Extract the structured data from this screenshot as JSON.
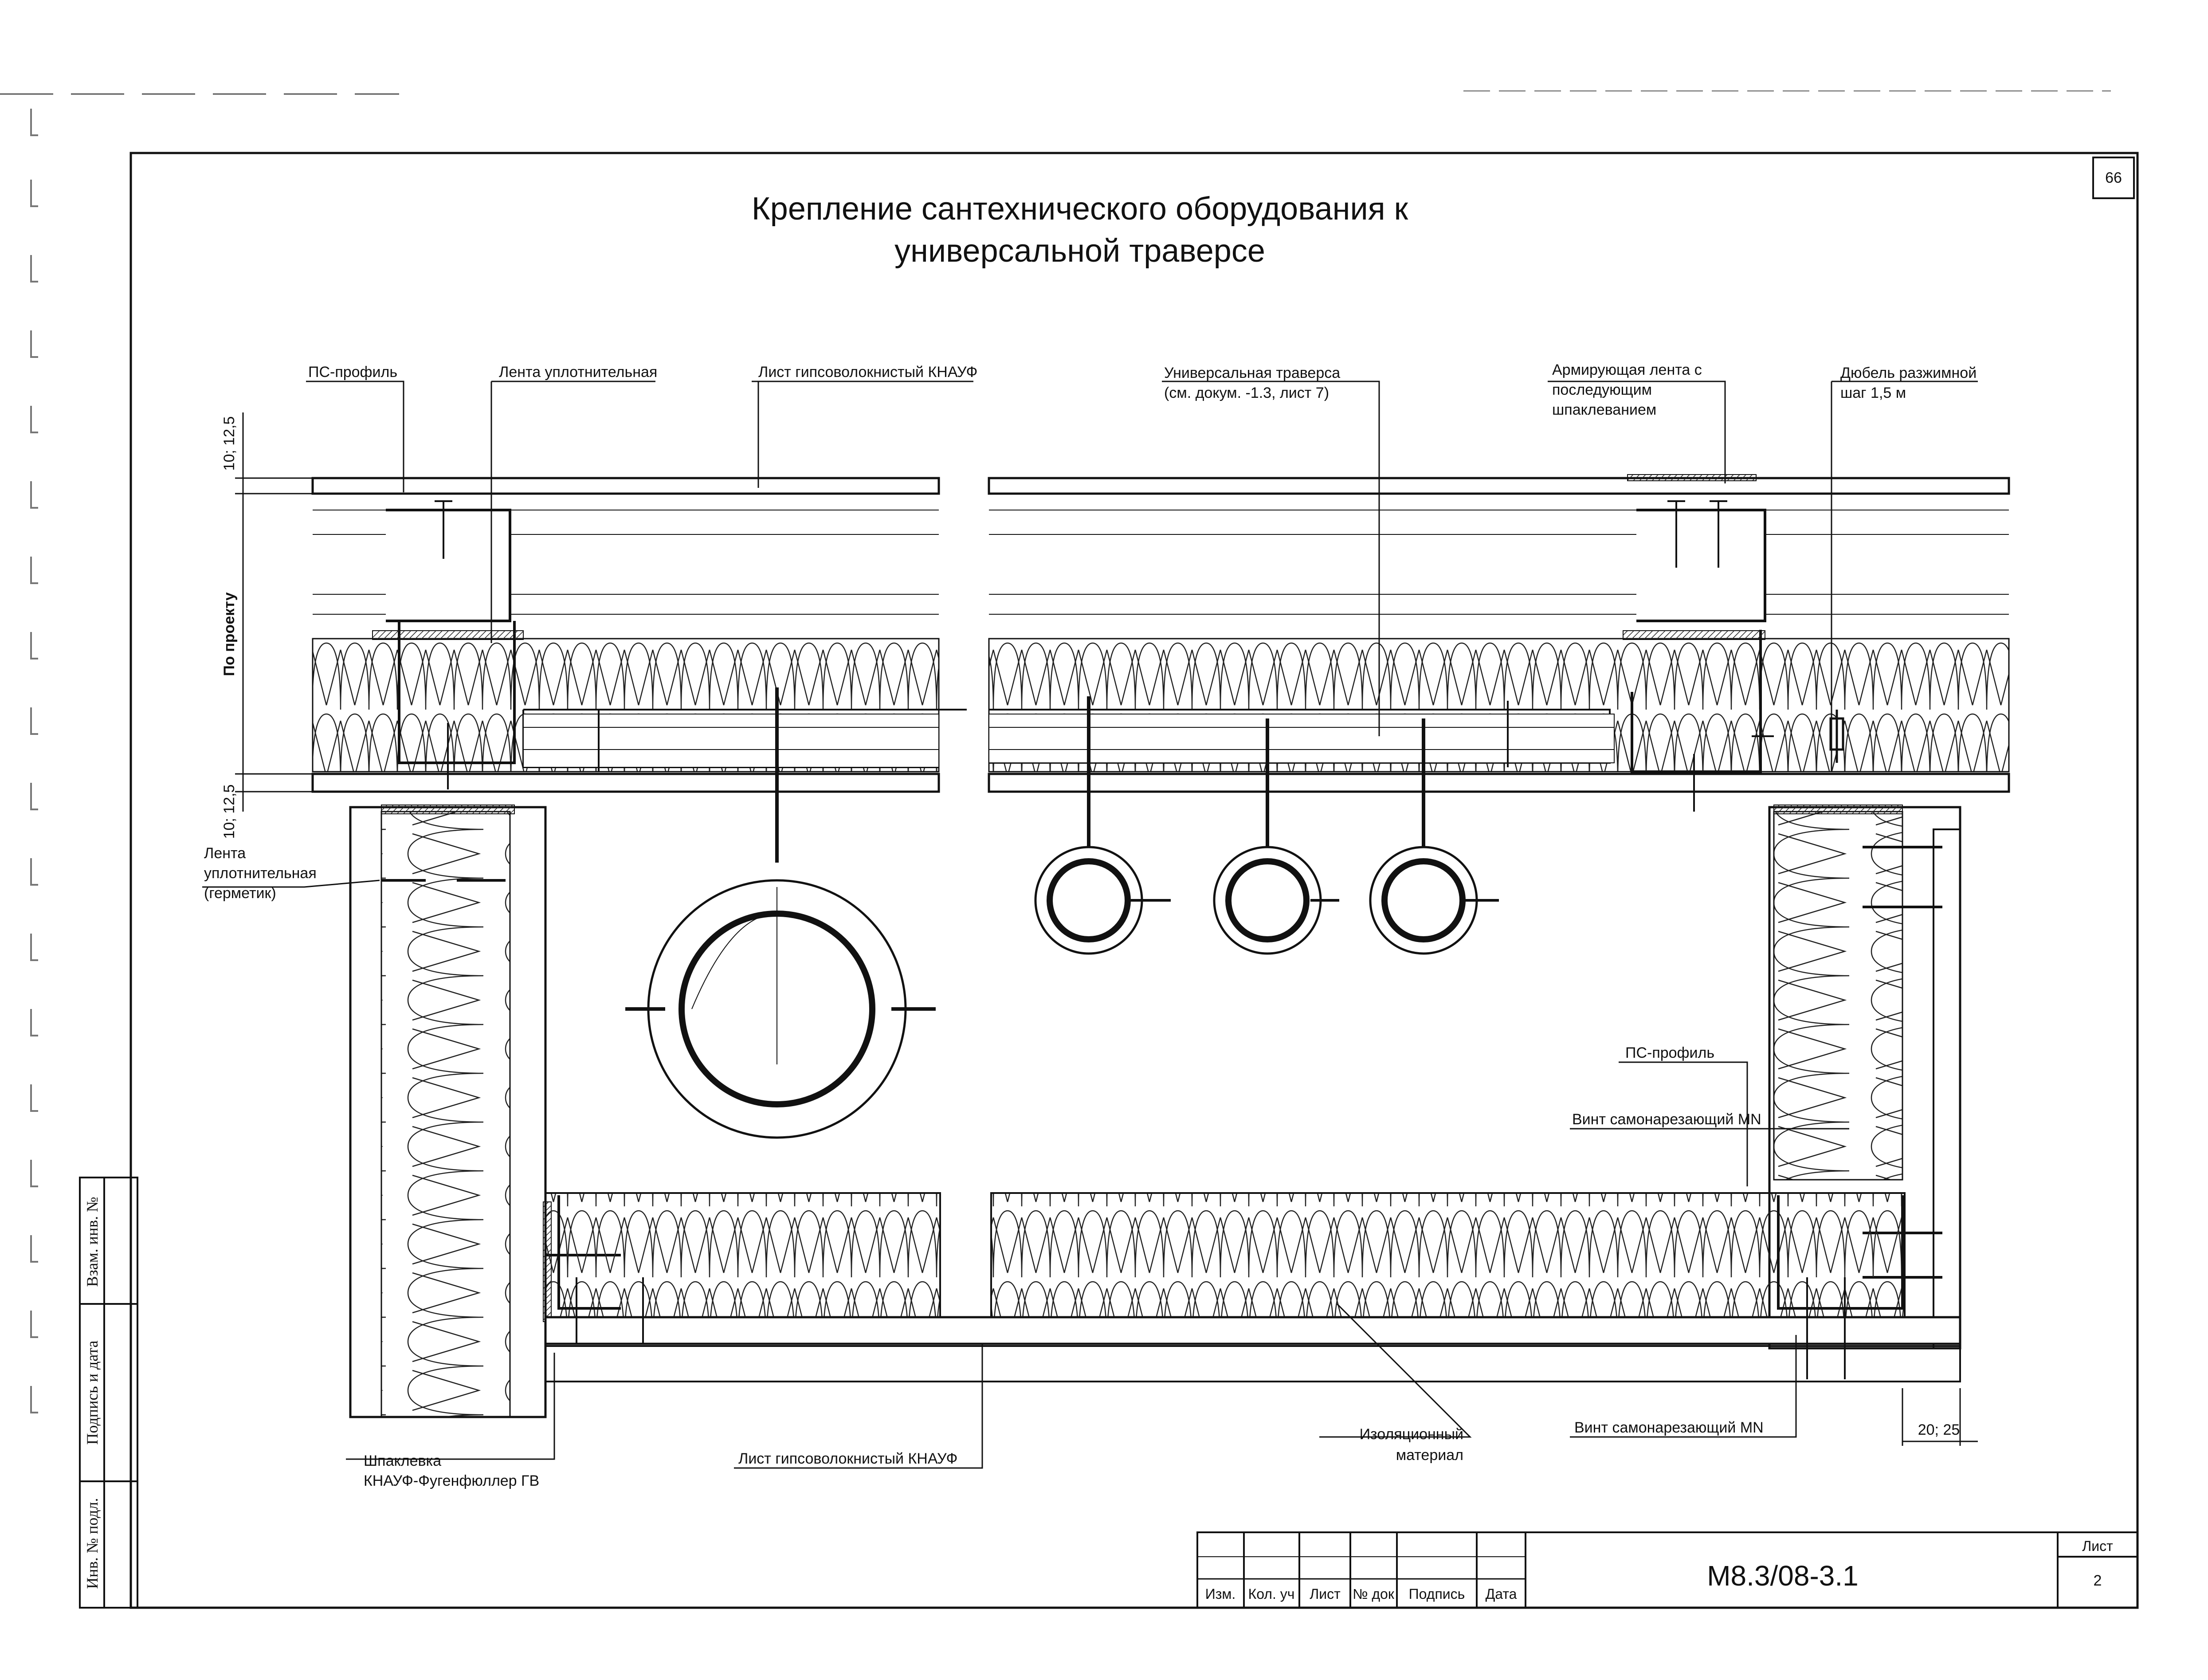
{
  "page_number": "66",
  "title": {
    "line1": "Крепление сантехнического оборудования к",
    "line2": "универсальной траверсе"
  },
  "callouts": {
    "ps_profile_top": "ПС-профиль",
    "sealing_tape_top": "Лента уплотнительная",
    "gvl_sheet_top": "Лист гипсоволокнистый КНАУФ",
    "traverse_line1": "Универсальная траверса",
    "traverse_line2": "(см. докум. -1.3, лист 7)",
    "reinforcing_tape_line1": "Армирующая лента с",
    "reinforcing_tape_line2": "последующим",
    "reinforcing_tape_line3": "шпаклеванием",
    "dowel_line1": "Дюбель разжимной",
    "dowel_line2": "шаг 1,5 м",
    "sealant_line1": "Лента",
    "sealant_line2": "уплотнительная",
    "sealant_line3": "(герметик)",
    "ps_profile_right": "ПС-профиль",
    "screw_mn_right": "Винт самонарезающий MN",
    "putty_line1": "Шпаклевка",
    "putty_line2": "КНАУФ-Фугенфюллер ГВ",
    "gvl_sheet_bottom": "Лист гипсоволокнистый КНАУФ",
    "insulation_line1": "Изоляционный",
    "insulation_line2": "материал",
    "screw_mn_bottom": "Винт самонарезающий MN"
  },
  "dimensions": {
    "top_sheet": "10; 12,5",
    "per_project": "По проекту",
    "bottom_sheet": "10; 12,5",
    "gap": "20; 25"
  },
  "side_stamp": {
    "cell1": "Взам. инв. №",
    "cell2": "Подпись и дата",
    "cell3": "Инв. № подл."
  },
  "title_block": {
    "headers": [
      "Изм.",
      "Кол. уч",
      "Лист",
      "№ док",
      "Подпись",
      "Дата"
    ],
    "document_code": "М8.3/08-3.1",
    "sheet_label": "Лист",
    "sheet_number": "2"
  }
}
